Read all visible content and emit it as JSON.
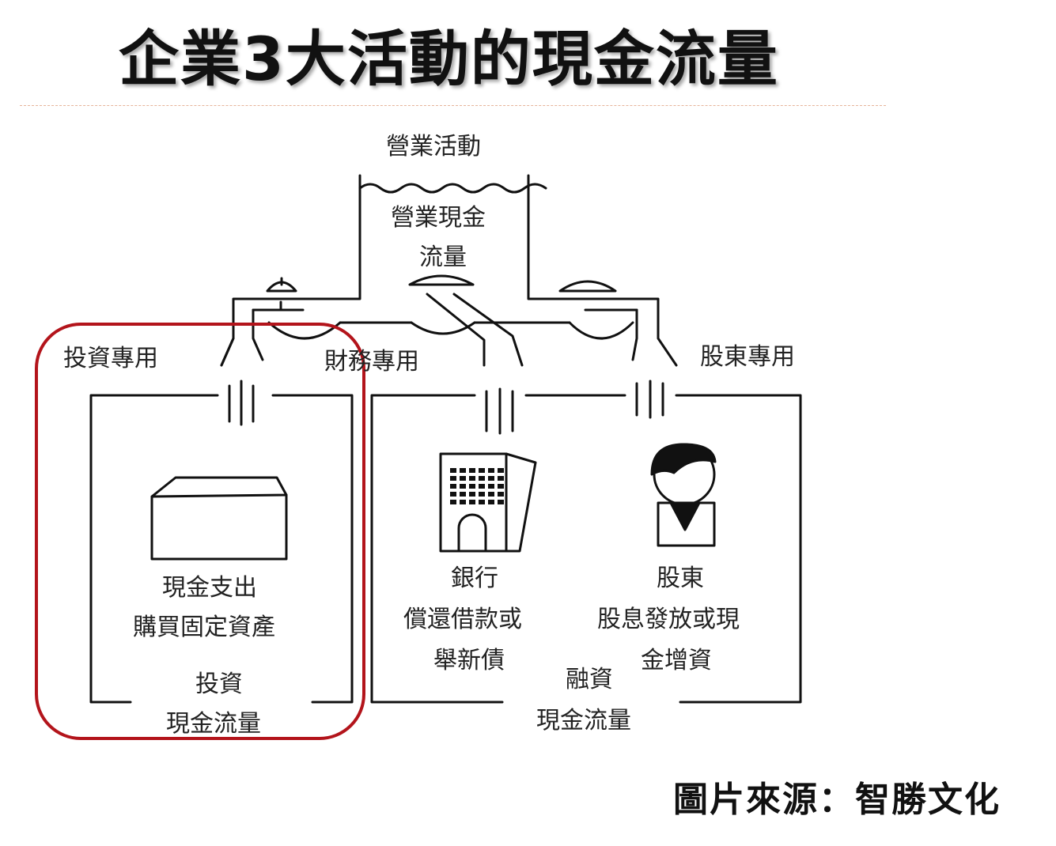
{
  "title": "企業3大活動的現金流量",
  "credit": "圖片來源：智勝文化",
  "colors": {
    "highlight": "#b3141b",
    "line": "#111111"
  },
  "diagram": {
    "operating": {
      "label": "營業活動",
      "cash_line1": "營業現金",
      "cash_line2": "流量"
    },
    "investing": {
      "tap_label": "投資專用",
      "icon": "factory-icon",
      "desc_line1": "現金支出",
      "desc_line2": "購買固定資產",
      "flow_line1": "投資",
      "flow_line2": "現金流量"
    },
    "financing": {
      "tap_label": "財務專用",
      "bank": {
        "icon": "bank-building-icon",
        "name": "銀行",
        "desc_line1": "償還借款或",
        "desc_line2": "舉新債"
      },
      "shareholder": {
        "icon": "person-icon",
        "name": "股東",
        "desc_line1": "股息發放或現",
        "desc_line2": "金增資"
      },
      "flow_line1": "融資",
      "flow_line2": "現金流量"
    },
    "shareholder_tap_label": "股東專用"
  }
}
